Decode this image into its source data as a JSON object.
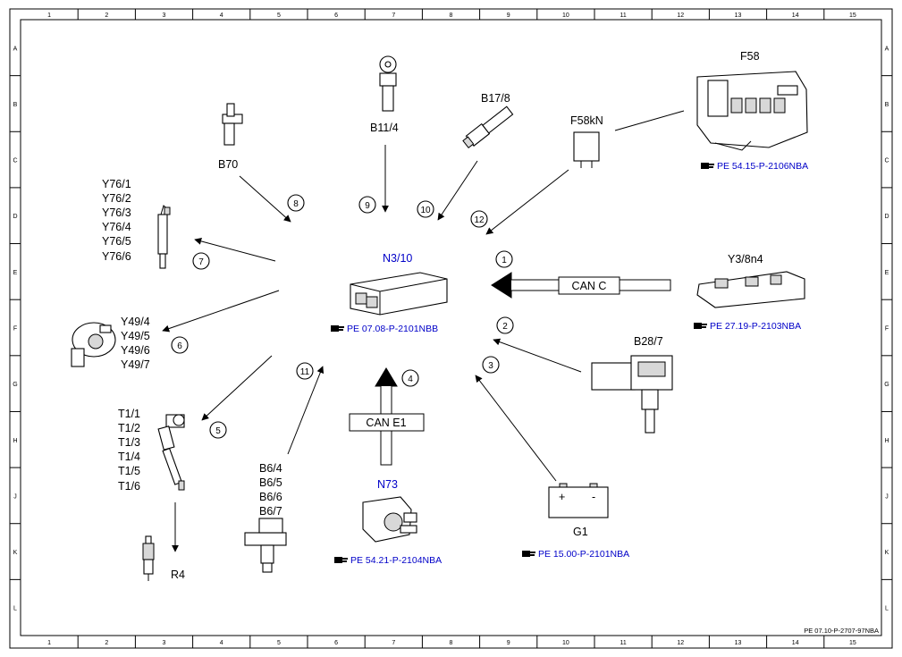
{
  "grid": {
    "columns": [
      "1",
      "2",
      "3",
      "4",
      "5",
      "6",
      "7",
      "8",
      "9",
      "10",
      "11",
      "12",
      "13",
      "14",
      "15"
    ],
    "rows": [
      "A",
      "B",
      "C",
      "D",
      "E",
      "F",
      "G",
      "H",
      "J",
      "K",
      "L"
    ]
  },
  "drawing_number": "PE 07.10-P-2707-97NBA",
  "components": {
    "b70": "B70",
    "b11_4": "B11/4",
    "b17_8": "B17/8",
    "f58kn": "F58kN",
    "f58": "F58",
    "y76": [
      "Y76/1",
      "Y76/2",
      "Y76/3",
      "Y76/4",
      "Y76/5",
      "Y76/6"
    ],
    "y49": [
      "Y49/4",
      "Y49/5",
      "Y49/6",
      "Y49/7"
    ],
    "t1": [
      "T1/1",
      "T1/2",
      "T1/3",
      "T1/4",
      "T1/5",
      "T1/6"
    ],
    "r4": "R4",
    "b6": [
      "B6/4",
      "B6/5",
      "B6/6",
      "B6/7"
    ],
    "n3_10": "N3/10",
    "n73": "N73",
    "g1": "G1",
    "y3_8n4": "Y3/8n4",
    "b28_7": "B28/7"
  },
  "bus": {
    "can_c": "CAN C",
    "can_e1": "CAN E1"
  },
  "battery": {
    "plus": "+",
    "minus": "-"
  },
  "refs": {
    "f58": "PE 54.15-P-2106NBA",
    "n3_10": "PE 07.08-P-2101NBB",
    "y3_8n4": "PE 27.19-P-2103NBA",
    "n73": "PE 54.21-P-2104NBA",
    "g1": "PE 15.00-P-2101NBA"
  },
  "markers": {
    "m1": "1",
    "m2": "2",
    "m3": "3",
    "m4": "4",
    "m5": "5",
    "m6": "6",
    "m7": "7",
    "m8": "8",
    "m9": "9",
    "m10": "10",
    "m11": "11",
    "m12": "12"
  }
}
